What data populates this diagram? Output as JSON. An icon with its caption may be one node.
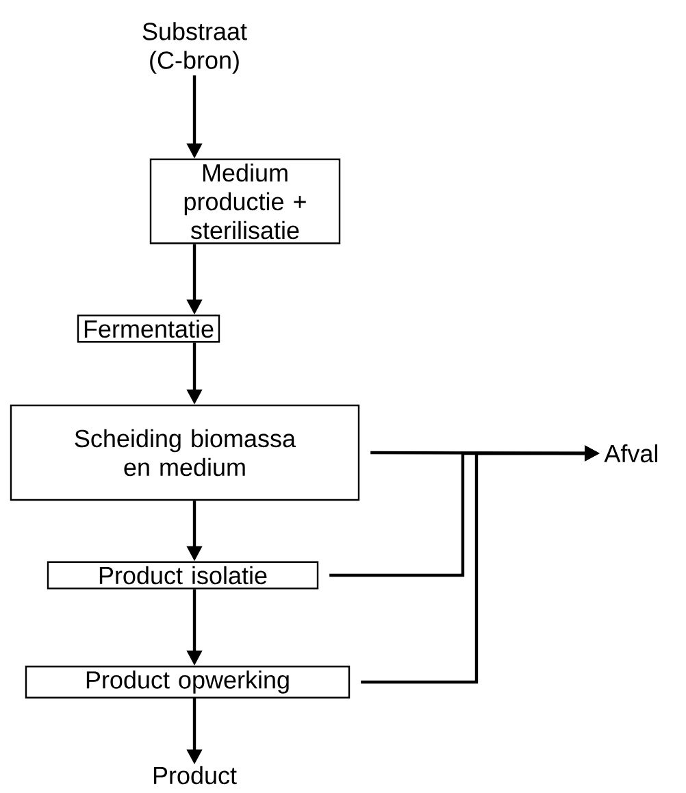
{
  "diagram": {
    "nodes": [
      {
        "text": [
          "Substraat (C-bron)"
        ]
      },
      {
        "text": [
          "Medium productie + sterilisatie"
        ]
      },
      {
        "text": [
          "Fermentatie"
        ]
      },
      {
        "text": [
          "Scheiding biomassa en medium"
        ]
      },
      {
        "text": [
          "Product isolatie"
        ]
      },
      {
        "text": [
          "Product opwerking"
        ]
      },
      {
        "text": [
          "Product"
        ]
      },
      {
        "text": [
          "Afval"
        ]
      }
    ],
    "edges": [
      {
        "from": 0,
        "to": 1,
        "arrow": "to"
      },
      {
        "from": 1,
        "to": 2,
        "arrow": "to"
      },
      {
        "from": 2,
        "to": 3,
        "arrow": "to"
      },
      {
        "from": 3,
        "to": 4,
        "arrow": "to"
      },
      {
        "from": 4,
        "to": 5,
        "arrow": "to"
      },
      {
        "from": 5,
        "to": 6,
        "arrow": "to"
      },
      {
        "from": 3,
        "to": 7,
        "arrow": "to"
      },
      {
        "from": 4,
        "to": 7,
        "arrow": "to"
      },
      {
        "from": 5,
        "to": 7,
        "arrow": "to"
      }
    ]
  }
}
